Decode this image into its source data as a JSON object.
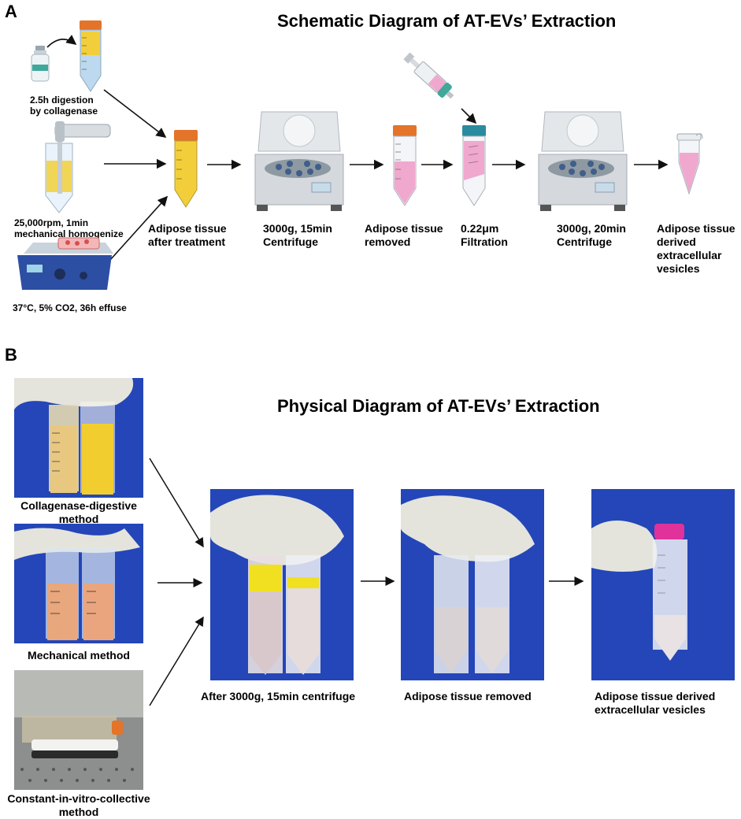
{
  "panel_a": {
    "letter": "A",
    "title": "Schematic Diagram of AT-EVs’ Extraction",
    "inputs": [
      {
        "label_line1": "2.5h digestion",
        "label_line2": "by collagenase"
      },
      {
        "label_line1": "25,000rpm, 1min",
        "label_line2": "mechanical homogenize"
      },
      {
        "label_line1": "37°C, 5% CO2, 36h effuse",
        "label_line2": ""
      }
    ],
    "steps": [
      {
        "line1": "Adipose tissue",
        "line2": "after treatment",
        "line3": "",
        "line4": ""
      },
      {
        "line1": "3000g, 15min",
        "line2": "Centrifuge",
        "line3": "",
        "line4": ""
      },
      {
        "line1": "Adipose tissue",
        "line2": "removed",
        "line3": "",
        "line4": ""
      },
      {
        "line1": "0.22μm",
        "line2": "Filtration",
        "line3": "",
        "line4": ""
      },
      {
        "line1": "3000g, 20min",
        "line2": "Centrifuge",
        "line3": "",
        "line4": ""
      },
      {
        "line1": "Adipose tissue",
        "line2": "derived",
        "line3": "extracellular",
        "line4": "vesicles"
      }
    ]
  },
  "panel_b": {
    "letter": "B",
    "title": "Physical Diagram of AT-EVs’ Extraction",
    "methods": [
      {
        "line1": "Collagenase-digestive",
        "line2": "method"
      },
      {
        "line1": "Mechanical method",
        "line2": ""
      },
      {
        "line1": "Constant-in-vitro-collective",
        "line2": "method"
      }
    ],
    "results": [
      {
        "line1": "After 3000g, 15min centrifuge",
        "line2": ""
      },
      {
        "line1": "Adipose tissue removed",
        "line2": ""
      },
      {
        "line1": "Adipose tissue derived",
        "line2": "extracellular vesicles"
      }
    ]
  },
  "colors": {
    "tube_yellow": "#f2cf3a",
    "tube_pink": "#f0a8cf",
    "tube_blue": "#bcd9f0",
    "cap_orange": "#e3742a",
    "cap_teal": "#2a8ba0",
    "photo_blue": "#2446b8",
    "glove": "#e4e4dc"
  }
}
